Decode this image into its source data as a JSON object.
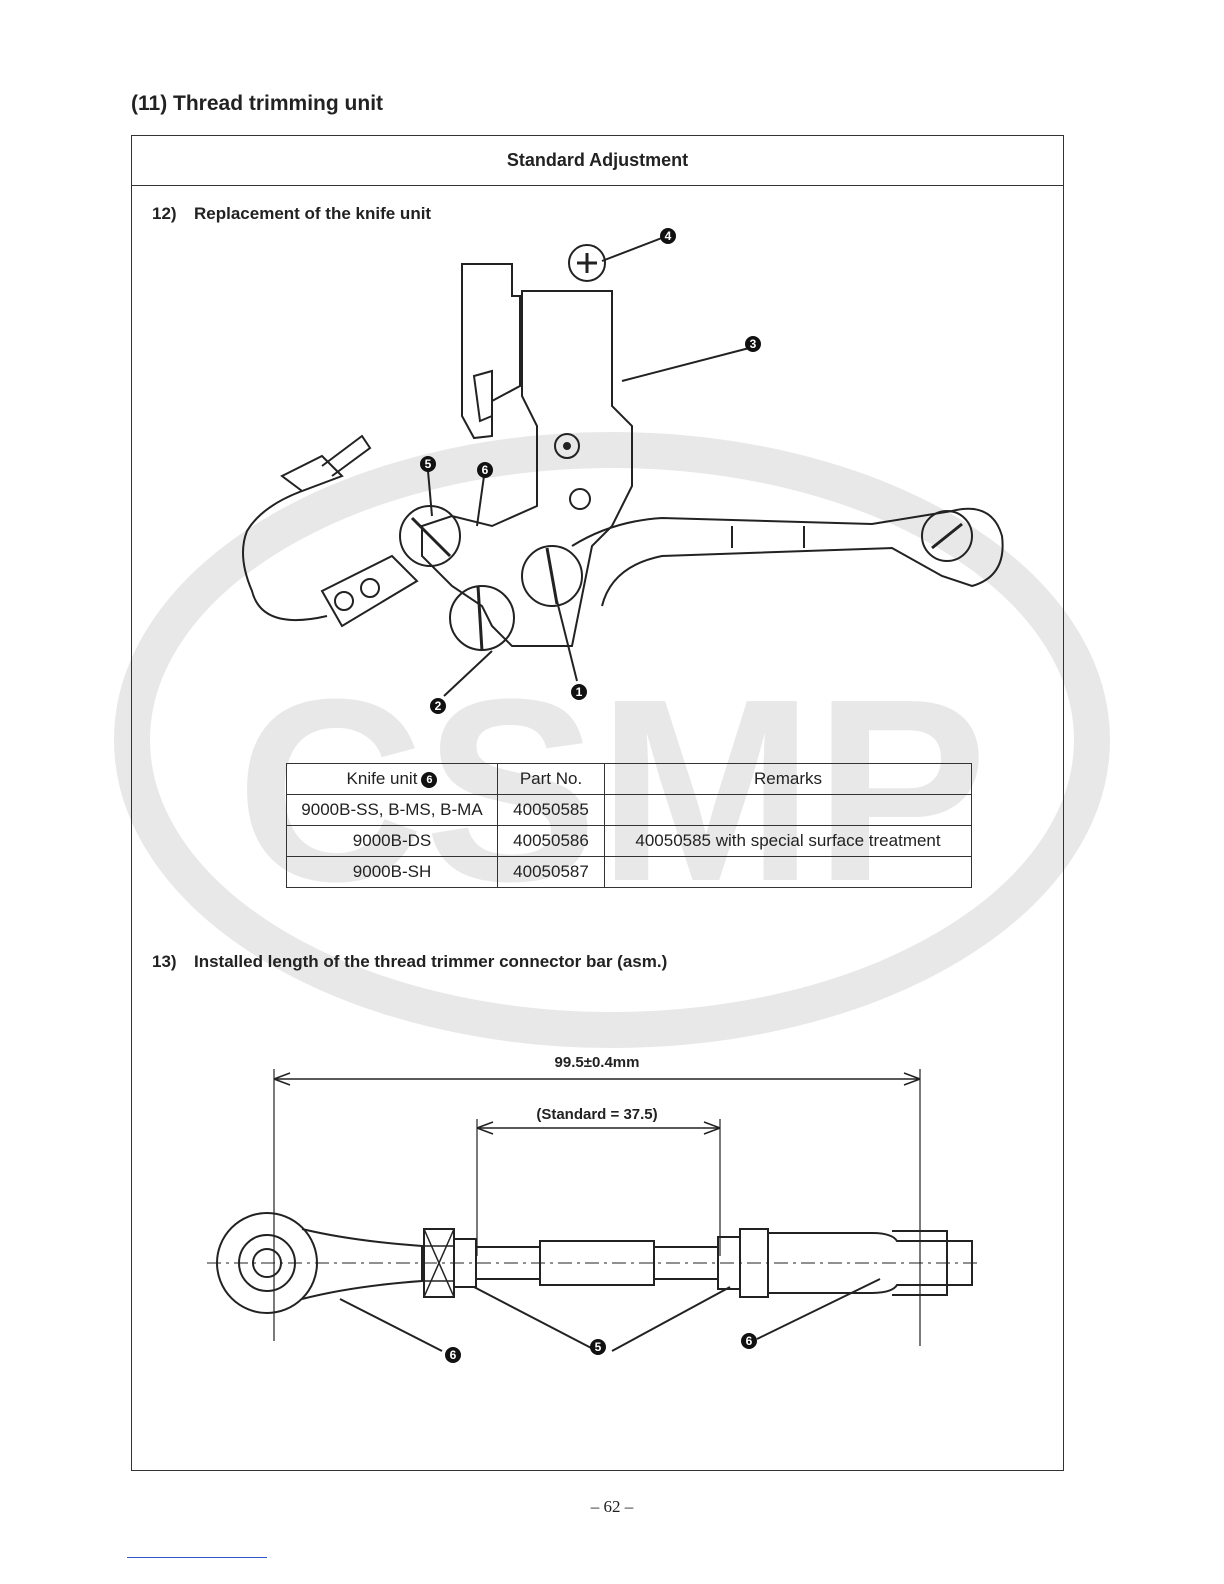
{
  "section": {
    "title": "(11) Thread trimming unit"
  },
  "frame": {
    "header": "Standard Adjustment"
  },
  "step12": {
    "number": "12)",
    "title": "Replacement of the knife unit",
    "callouts": [
      "1",
      "2",
      "3",
      "4",
      "5",
      "6"
    ]
  },
  "parts_table": {
    "headers": {
      "knife_unit": "Knife unit",
      "knife_badge": "6",
      "part_no": "Part No.",
      "remarks": "Remarks"
    },
    "rows": [
      {
        "knife_unit": "9000B-SS, B-MS, B-MA",
        "part_no": "40050585",
        "remarks": ""
      },
      {
        "knife_unit": "9000B-DS",
        "part_no": "40050586",
        "remarks": "40050585 with special surface treatment"
      },
      {
        "knife_unit": "9000B-SH",
        "part_no": "40050587",
        "remarks": ""
      }
    ]
  },
  "step13": {
    "number": "13)",
    "title": "Installed length of the thread trimmer connector bar (asm.)",
    "dim_total": "99.5±0.4mm",
    "dim_standard": "(Standard = 37.5)",
    "callouts": [
      "6",
      "5",
      "6"
    ]
  },
  "watermark": {
    "text": "CSMP",
    "color": "#e6e6e6"
  },
  "page_number": "– 62 –"
}
